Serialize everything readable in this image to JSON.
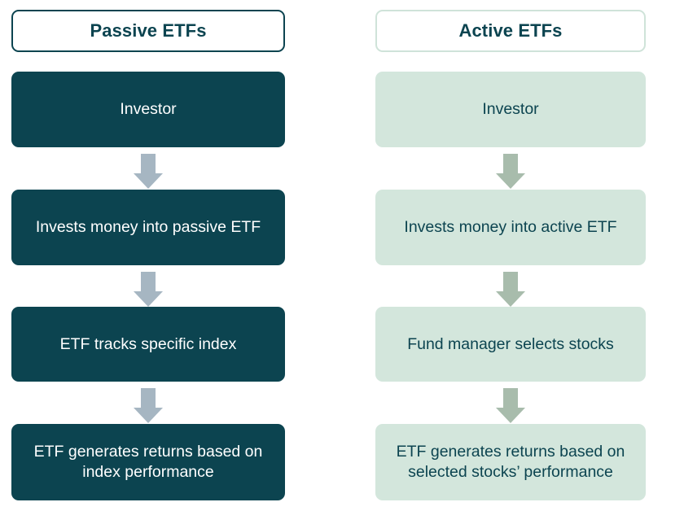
{
  "diagram": {
    "type": "flowchart",
    "title": "Passive ETFs vs Active ETFs process comparison",
    "colors": {
      "passive_fill": "#0C4450",
      "passive_text": "#FFFFFF",
      "passive_arrow": "#A6B6C2",
      "passive_header_border": "#0C4450",
      "active_fill": "#D3E6DC",
      "active_text": "#0C4450",
      "active_arrow": "#A8BCAC",
      "active_header_border": "#CFE3D9",
      "background": "#FFFFFF"
    },
    "columns": [
      {
        "id": "passive",
        "header": "Passive ETFs",
        "steps": [
          "Investor",
          "Invests money into passive ETF",
          "ETF tracks specific index",
          "ETF generates returns based on index performance"
        ]
      },
      {
        "id": "active",
        "header": "Active ETFs",
        "steps": [
          "Investor",
          "Invests money into active ETF",
          "Fund manager selects stocks",
          "ETF generates returns based on selected stocks’ performance"
        ]
      }
    ],
    "connectors": {
      "icon": "arrow-down-icon",
      "count_per_column": 3
    }
  }
}
